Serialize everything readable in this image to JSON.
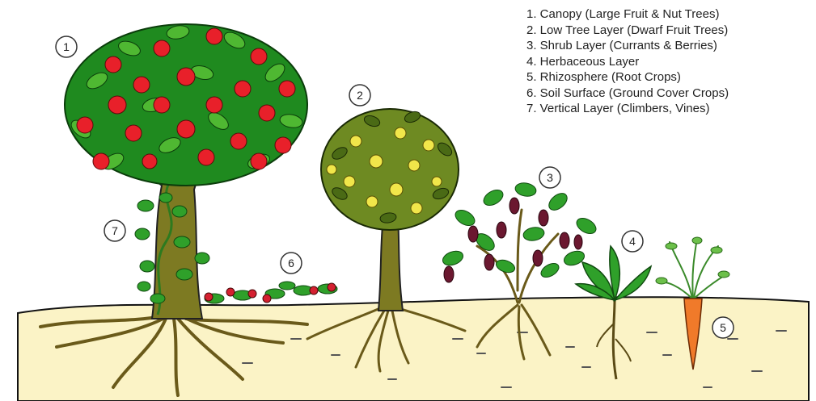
{
  "legend": [
    "1. Canopy (Large Fruit & Nut Trees)",
    "2. Low Tree Layer (Dwarf Fruit Trees)",
    "3. Shrub Layer (Currants & Berries)",
    "4. Herbaceous Layer",
    "5. Rhizosphere (Root Crops)",
    "6. Soil Surface (Ground Cover Crops)",
    "7. Vertical Layer (Climbers, Vines)"
  ],
  "markers": [
    "1",
    "2",
    "3",
    "4",
    "5",
    "6",
    "7"
  ],
  "colors": {
    "soil": "#fbf3c6",
    "soil_line": "#111111",
    "trunk": "#7d7a22",
    "leaf_dark": "#1f8a1f",
    "leaf_light": "#58b832",
    "apple": "#e8202a",
    "lemon_leaf": "#6e8a22",
    "lemon": "#f1e64a",
    "berry": "#6b1830",
    "carrot": "#f07a2a"
  }
}
